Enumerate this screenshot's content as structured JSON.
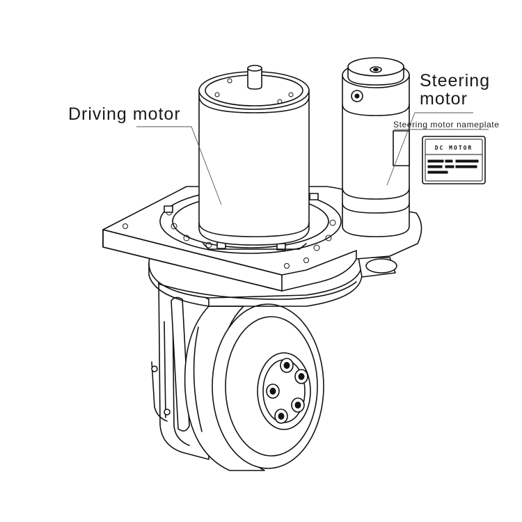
{
  "labels": {
    "driving_motor": "Driving motor",
    "steering_motor_line1": "Steering",
    "steering_motor_line2": "motor",
    "nameplate_caption": "Steering motor nameplate"
  },
  "nameplate": {
    "title": "DC   MOTOR"
  }
}
